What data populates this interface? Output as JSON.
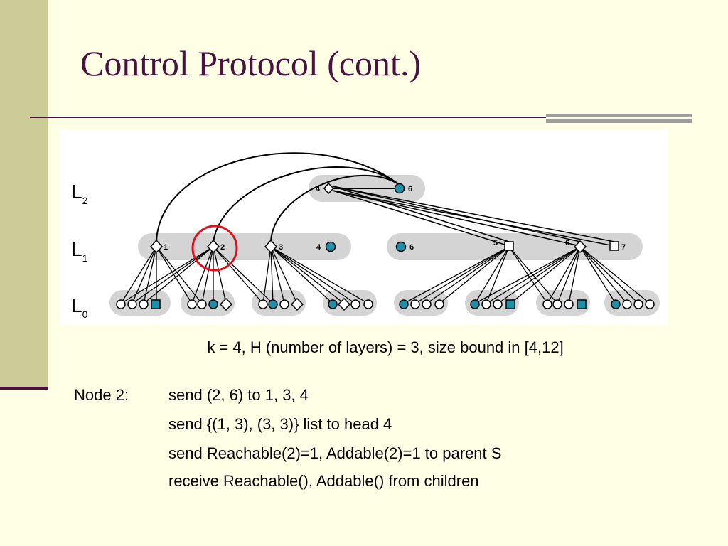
{
  "slide": {
    "title": "Control Protocol (cont.)",
    "caption": "k = 4, H (number of layers) = 3, size bound in [4,12]",
    "node_label": "Node 2:",
    "actions": [
      "send (2, 6) to 1, 3, 4",
      "send {(1, 3), (3, 3)} list to head 4",
      "send Reachable(2)=1, Addable(2)=1 to parent S",
      "receive Reachable(), Addable() from children"
    ]
  },
  "diagram": {
    "layer_labels": [
      {
        "letter": "L",
        "sub": "2"
      },
      {
        "letter": "L",
        "sub": "1"
      },
      {
        "letter": "L",
        "sub": "0"
      }
    ],
    "l2_nodes": [
      "4",
      "6"
    ],
    "l1_nodes": [
      "1",
      "2",
      "3",
      "4",
      "6",
      "5",
      "6",
      "7"
    ],
    "highlighted_node": "2",
    "colors": {
      "cluster_bg": "#D4D4D4",
      "node_fill": "#FFFFFF",
      "node_filled": "#1E8FA8",
      "highlight": "#E0101A"
    }
  }
}
